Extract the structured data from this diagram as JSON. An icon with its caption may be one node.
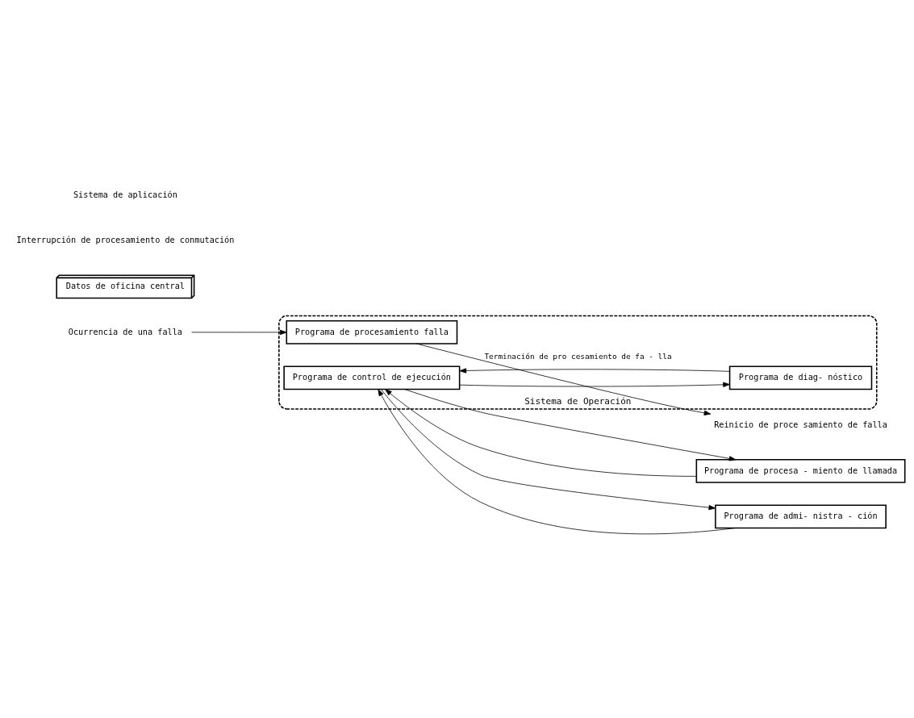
{
  "diagram": {
    "nodes": [
      {
        "text": [
          "Sistema de Operación"
        ]
      },
      {
        "text": [
          "Programa de procesamiento falla"
        ],
        "in": 0
      },
      {
        "text": [
          "Programa de control de ejecución"
        ],
        "in": 0
      },
      {
        "text": [
          "Programa de diag- nóstico"
        ],
        "in": 0
      },
      {
        "text": [
          "Programa de procesa - miento de llamada"
        ]
      },
      {
        "text": [
          "Programa de admi- nistra - ción"
        ]
      },
      {
        "text": [
          "Datos de oficina central"
        ]
      },
      {
        "text": [
          "Ocurrencia de una falla"
        ]
      },
      {
        "text": [
          "Reinicio de proce samiento de falla"
        ]
      }
    ],
    "edges": [
      {
        "from": 7,
        "to": 1,
        "arrow": "to"
      },
      {
        "from": 1,
        "to": 8,
        "arrow": "to",
        "label": "Terminación de pro cesamiento de fa - lla"
      },
      {
        "from": 2,
        "to": 4,
        "arrow": "to"
      },
      {
        "from": 4,
        "to": 2,
        "arrow": "to"
      },
      {
        "from": 2,
        "to": 5,
        "arrow": "to"
      },
      {
        "from": 5,
        "to": 2,
        "arrow": "to"
      },
      {
        "from": 2,
        "to": 3,
        "arrow": "to"
      },
      {
        "from": 3,
        "to": 2,
        "arrow": "to"
      }
    ],
    "labels": [
      "Interrupción de procesamiento de conmutación",
      "Sistema de aplicación"
    ]
  }
}
